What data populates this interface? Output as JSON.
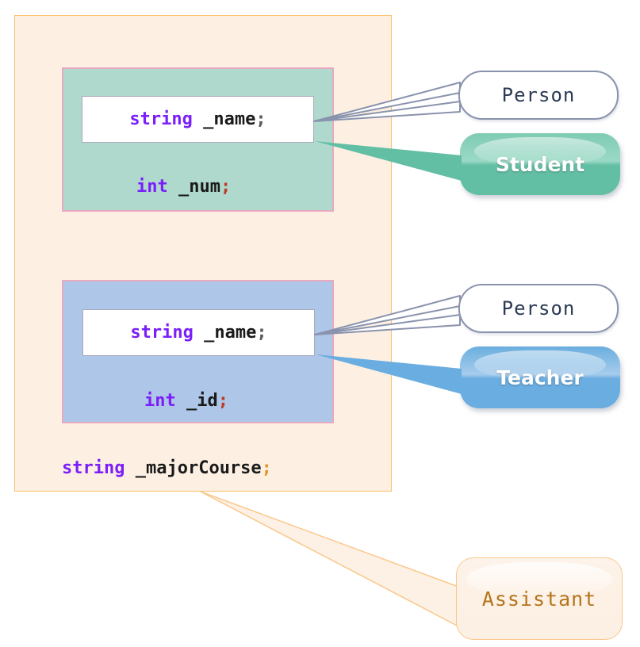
{
  "diagram": {
    "title": "Class composition diagram",
    "type": "uml-composition"
  },
  "outer_container": {
    "name": "Assistant class body",
    "fill_color": "#fdf0e3",
    "border_color": "#fbc173"
  },
  "classes": [
    {
      "key": "student",
      "fill_color": "#b0d9cd",
      "border_color": "#e8a9c0",
      "inherited_field": {
        "type": "string",
        "name": " _name",
        "terminator": ";"
      },
      "own_field": {
        "type": "int",
        "name": " _num",
        "terminator": ";"
      },
      "base_label": "Person",
      "class_label": "Student",
      "chip_color": "#63bfa4"
    },
    {
      "key": "teacher",
      "fill_color": "#aec7e8",
      "border_color": "#e8a9c0",
      "inherited_field": {
        "type": "string",
        "name": " _name",
        "terminator": ";"
      },
      "own_field": {
        "type": "int",
        "name": " _id",
        "terminator": ";"
      },
      "base_label": "Person",
      "class_label": "Teacher",
      "chip_color": "#6aade0"
    }
  ],
  "outer_field": {
    "type": "string",
    "name": " _majorCourse",
    "terminator": ";"
  },
  "outer_label": "Assistant",
  "colors": {
    "keyword": "#7b1efa",
    "identifier": "#1a1a1a",
    "semicolon_red": "#c0392b",
    "semicolon_gray": "#5a5a5a",
    "semicolon_orange": "#e8932a",
    "person_border": "#8a93ad",
    "person_text": "#2b3a55",
    "assistant_text": "#b3751a",
    "assistant_border": "#fbc78a"
  }
}
